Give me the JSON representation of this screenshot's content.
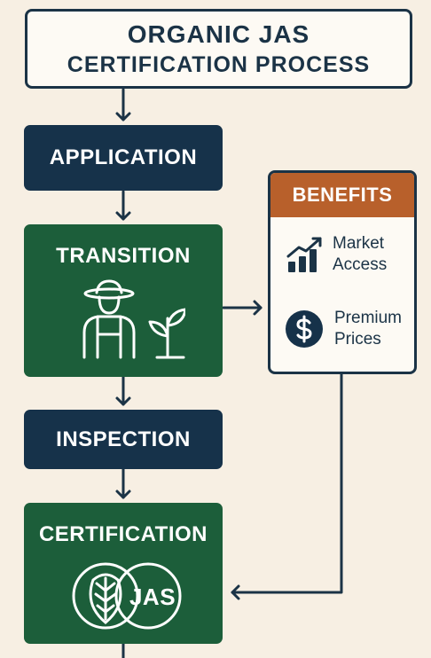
{
  "title": {
    "line1": "ORGANIC JAS",
    "line2": "CERTIFICATION PROCESS"
  },
  "steps": [
    {
      "label": "APPLICATION"
    },
    {
      "label": "TRANSITION",
      "icon": "farmer-with-seedling-icon"
    },
    {
      "label": "INSPECTION"
    },
    {
      "label": "CERTIFICATION",
      "icon": "jas-leaf-logo-icon",
      "logo_text": "JAS"
    }
  ],
  "benefits": {
    "heading": "BENEFITS",
    "items": [
      {
        "line1": "Market",
        "line2": "Access",
        "icon": "growth-chart-icon"
      },
      {
        "line1": "Premium",
        "line2": "Prices",
        "icon": "dollar-coin-icon"
      }
    ]
  },
  "colors": {
    "navy": "#16324a",
    "green": "#1c5e3a",
    "orange": "#b8602b",
    "background": "#f7efe3"
  }
}
